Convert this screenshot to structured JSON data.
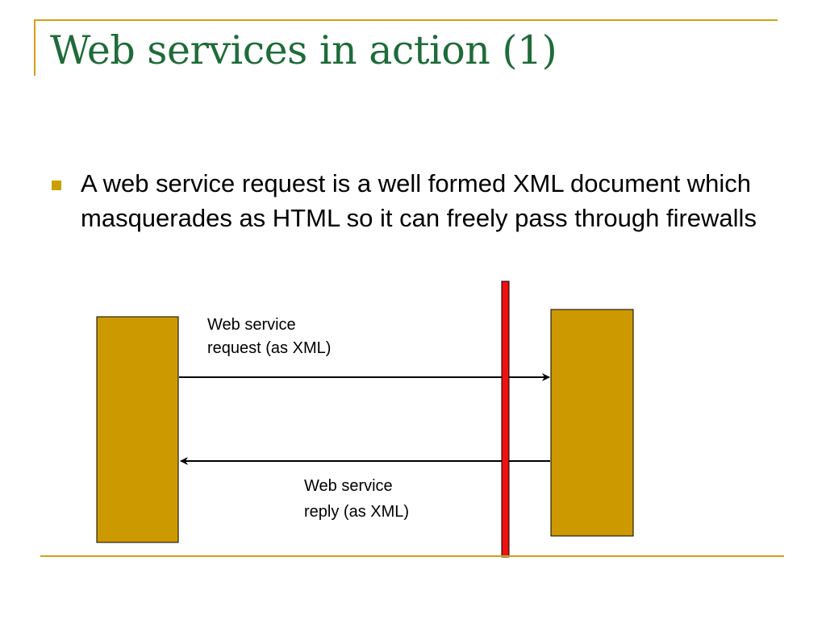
{
  "slide": {
    "title": "Web services in action (1)",
    "bullets": [
      "A web service request is a well formed XML document which masquerades as HTML so it can freely pass through firewalls"
    ]
  },
  "diagram": {
    "request_label": [
      "Web service",
      "request (as XML)"
    ],
    "reply_label": [
      "Web service",
      "reply (as XML)"
    ]
  },
  "colors": {
    "accent": "#d4a017",
    "title": "#1f6b3a",
    "bullet_marker": "#c8a000",
    "endpoint_fill": "#cc9900",
    "firewall": "#ee1111",
    "arrow": "#000000"
  },
  "icons": {
    "bullet": "square-bullet-icon"
  }
}
